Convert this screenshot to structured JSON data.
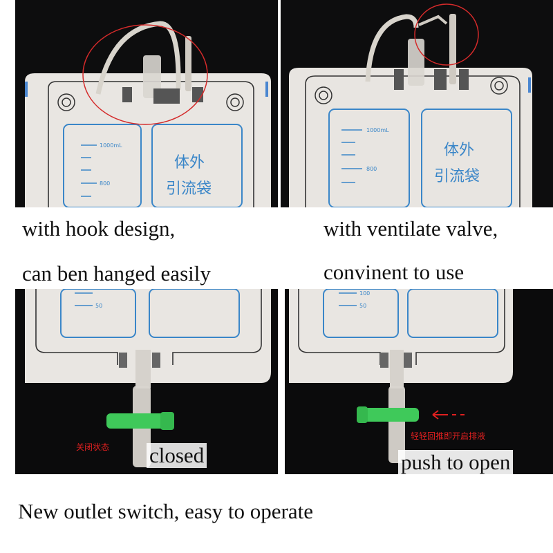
{
  "captions": {
    "hook_line1": "with hook design,",
    "hook_line2": "can ben hanged easily",
    "valve_line1": "with ventilate valve,",
    "valve_line2": "convinent to use",
    "closed": "closed",
    "push_to_open": "push to open",
    "bottom": "New outlet switch, easy to operate"
  },
  "bag_labels": {
    "name_line1": "体外",
    "name_line2": "引流袋",
    "scale_top": "1000mL",
    "scale_mid": "800",
    "scale_low_1": "100",
    "scale_low_2": "50"
  },
  "chinese_annotations": {
    "closed_state": "关闭状态",
    "push_open": "轻轻回推即开启排液"
  },
  "colors": {
    "highlight_circle": "#d42a2a",
    "bag_print_blue": "#3a86c8",
    "valve_green": "#3fc95a",
    "arrow_red": "#e02020"
  }
}
